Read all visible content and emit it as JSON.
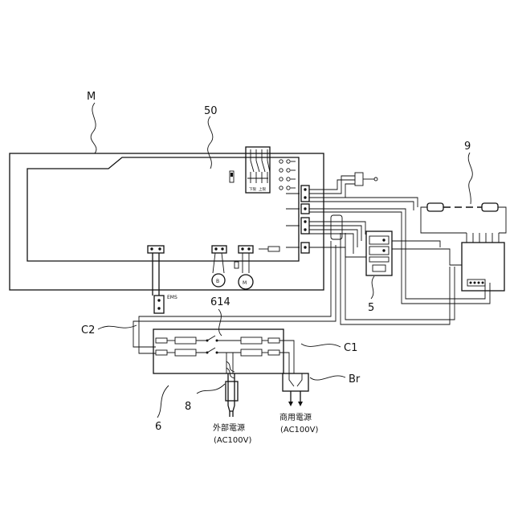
{
  "labels": {
    "m": "M",
    "n50": "50",
    "n9": "9",
    "n5": "5",
    "n614": "614",
    "c2": "C2",
    "c1": "C1",
    "br": "Br",
    "n8": "8",
    "n6": "6",
    "ems": "EMS",
    "b_motor": "B",
    "m_motor": "M",
    "external_power": "外部電源",
    "external_power_ac": "(AC100V)",
    "commercial_power": "商用電源",
    "commercial_power_ac": "(AC100V)",
    "switch_lower": "下限",
    "switch_upper": "上限"
  }
}
